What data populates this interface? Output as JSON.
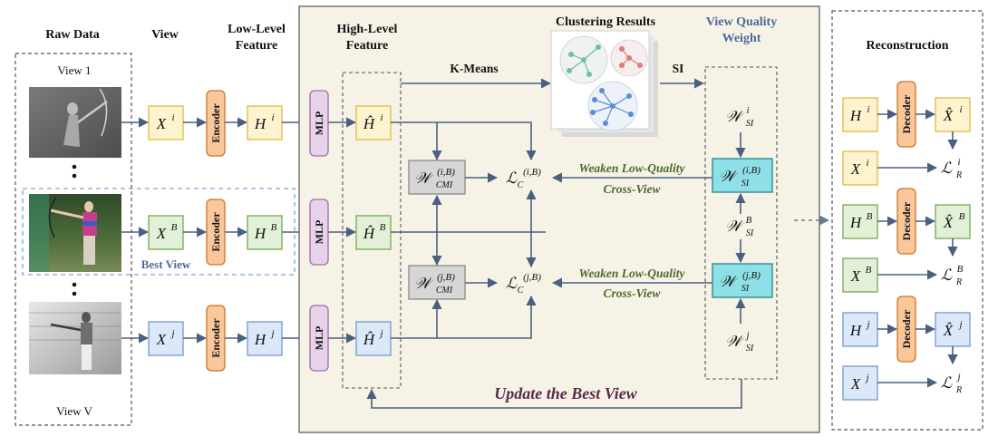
{
  "columns": {
    "raw_data": "Raw Data",
    "view": "View",
    "low_level_1": "Low-Level",
    "low_level_2": "Feature",
    "high_level_1": "High-Level",
    "high_level_2": "Feature",
    "clustering": "Clustering Results",
    "view_quality_1": "View Quality",
    "view_quality_2": "Weight",
    "reconstruction": "Reconstruction"
  },
  "raw_views": {
    "view1": "View 1",
    "viewV": "View V",
    "best_view": "Best View",
    "dots": "•"
  },
  "modules": {
    "encoder": "Encoder",
    "mlp": "MLP",
    "decoder": "Decoder"
  },
  "edges": {
    "kmeans": "K-Means",
    "si": "SI",
    "weaken_1": "Weaken Low-Quality",
    "weaken_2": "Cross-View",
    "update": "Update the Best View"
  },
  "symbols": {
    "X": "X",
    "H": "H",
    "Hhat": "Ĥ",
    "Xhat": "X̂",
    "W": "𝒲",
    "L": "ℒ",
    "sup_i": "i",
    "sup_B": "B",
    "sup_j": "j",
    "sub_SI": "SI",
    "sub_CMI": "CMI",
    "sub_C": "C",
    "sub_R": "R",
    "sup_iB": "(i,B)",
    "sup_jB": "(j,B)"
  },
  "colors": {
    "yellow_fill": "#fdf3cf",
    "yellow_stroke": "#e3bf4e",
    "green_fill": "#e3f0d8",
    "green_stroke": "#7fae5c",
    "blue_fill": "#dce8f8",
    "blue_stroke": "#7a9fd6",
    "orange_fill": "#f9c79a",
    "orange_stroke": "#c9762a",
    "purple_fill": "#e6d3e9",
    "purple_stroke": "#9c6ea6",
    "gray_fill": "#d6d6d6",
    "teal_fill": "#8fe0e6",
    "teal_stroke": "#2c8c96",
    "panel_fill": "#f6f3e6"
  }
}
